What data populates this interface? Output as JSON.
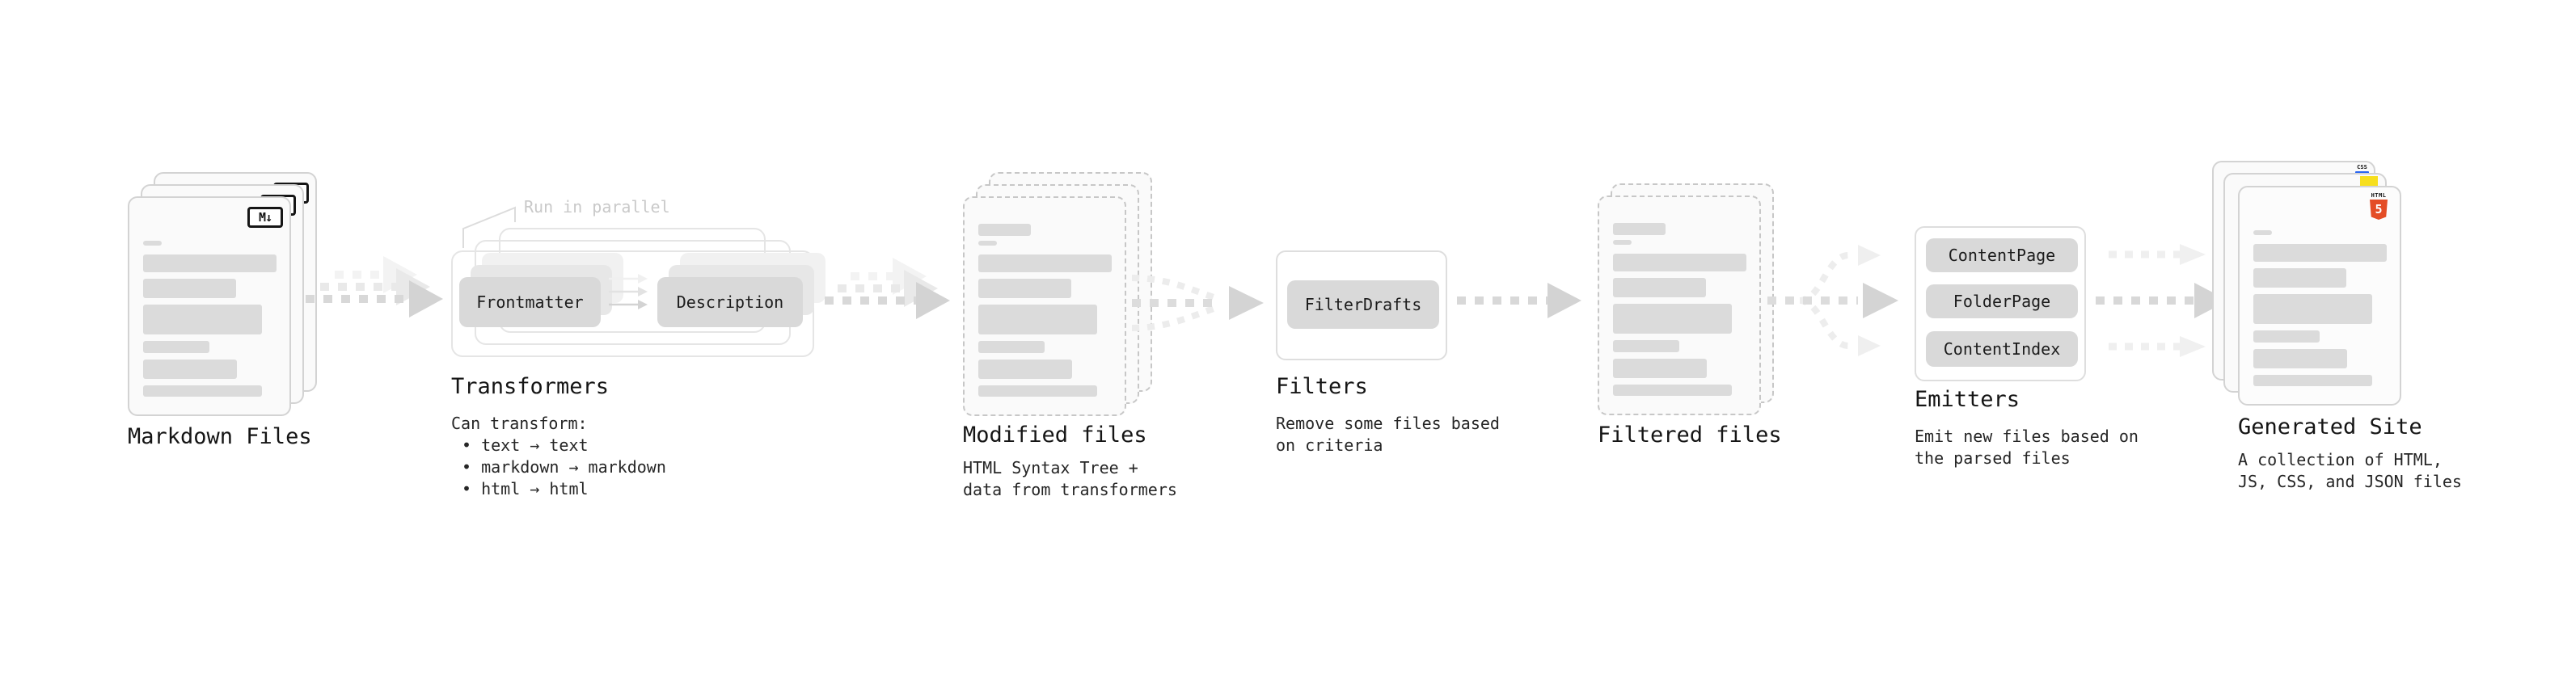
{
  "stages": [
    {
      "label": "Markdown Files",
      "badge": "M↓"
    },
    {
      "label": "Transformers",
      "annotation": "Run in parallel",
      "pills": [
        "Frontmatter",
        "Description"
      ],
      "desc": [
        "Can transform:",
        "• text → text",
        "• markdown → markdown",
        "• html → html"
      ]
    },
    {
      "label": "Modified files",
      "desc": [
        "HTML Syntax Tree +",
        "data from transformers"
      ]
    },
    {
      "label": "Filters",
      "pills": [
        "FilterDrafts"
      ],
      "desc": [
        "Remove some files based",
        "on criteria"
      ]
    },
    {
      "label": "Filtered files"
    },
    {
      "label": "Emitters",
      "pills": [
        "ContentPage",
        "FolderPage",
        "ContentIndex"
      ],
      "desc": [
        "Emit new files based on",
        "the parsed files"
      ]
    },
    {
      "label": "Generated Site",
      "file_badges": {
        "css": "CSS",
        "html_label": "HTML",
        "html_number": "5"
      },
      "desc": [
        "A collection of HTML,",
        "JS, CSS, and JSON files"
      ]
    }
  ],
  "colors": {
    "pill_gray": "#d9d9d9",
    "arrow_gray": "#d8d8d8",
    "ghost_arrow_gray": "#e9e9e9",
    "note_gray": "#c9c9c9",
    "html5_orange": "#e44d26",
    "js_yellow": "#f7df1e",
    "css_blue": "#2965f1"
  }
}
